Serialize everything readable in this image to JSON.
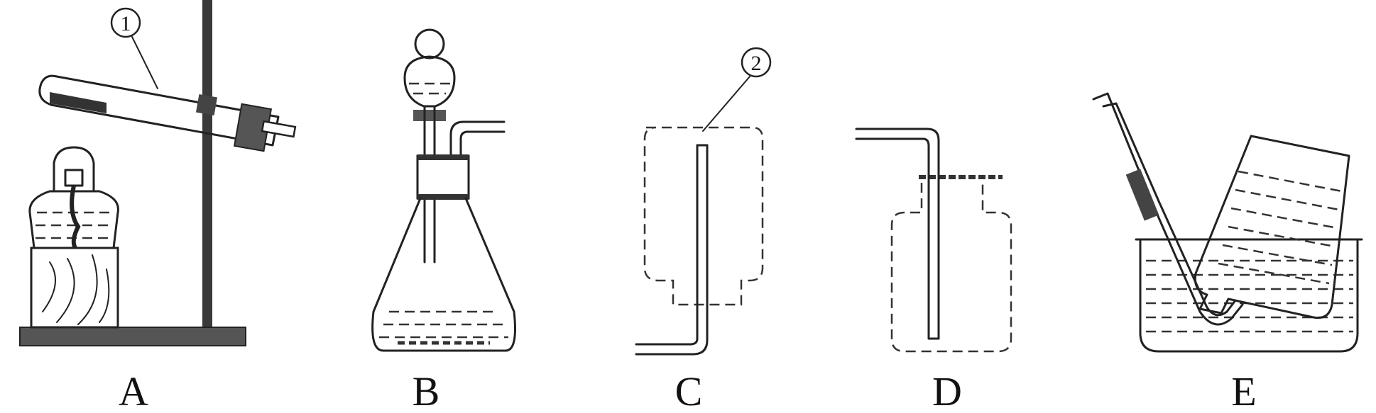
{
  "apparatus": [
    {
      "key": "A",
      "label": "A"
    },
    {
      "key": "B",
      "label": "B"
    },
    {
      "key": "C",
      "label": "C"
    },
    {
      "key": "D",
      "label": "D"
    },
    {
      "key": "E",
      "label": "E"
    }
  ],
  "markers": {
    "test_tube": "1",
    "gas_inlet_tube": "2"
  }
}
